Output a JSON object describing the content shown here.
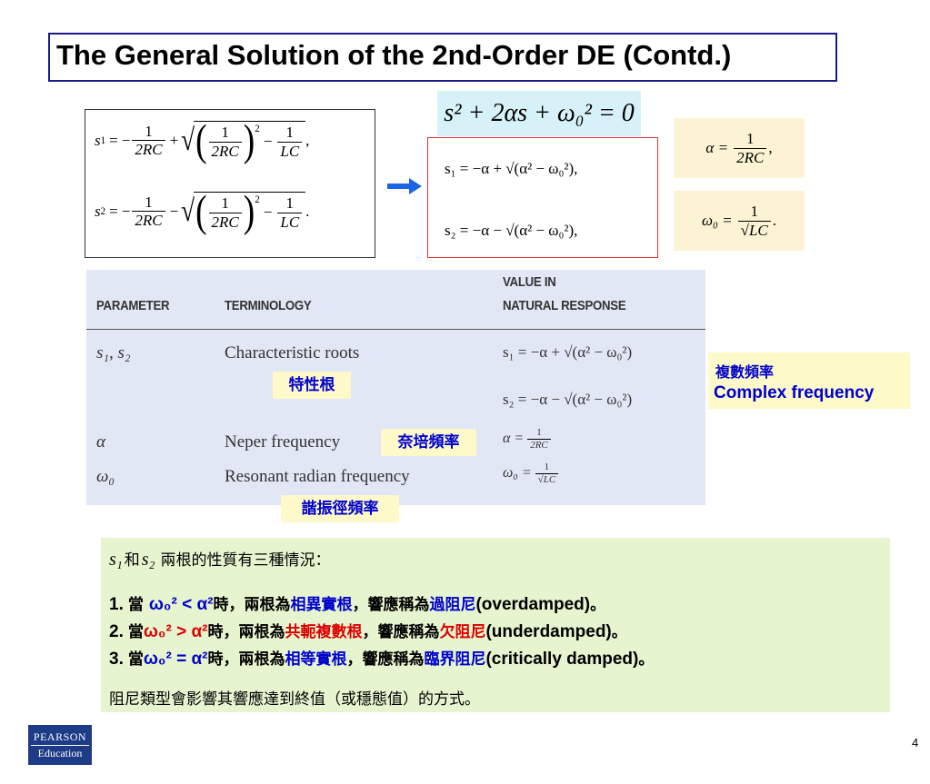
{
  "title": "The General Solution of the 2nd-Order DE (Contd.)",
  "left_equations": {
    "s1_lhs": "s",
    "s1_sub": "1",
    "s2_lhs": "s",
    "s2_sub": "2",
    "one": "1",
    "two_rc": "2RC",
    "lc": "LC",
    "s1_end": ",",
    "s2_end": "."
  },
  "char_equation": {
    "text": "s² + 2αs + ω₀² = 0"
  },
  "roots": {
    "s1": "s₁ = −α + √(α² − ω₀²),",
    "s2": "s₂ = −α − √(α² − ω₀²),"
  },
  "alpha_def": {
    "lhs": "α =",
    "num": "1",
    "den": "2RC",
    "tail": ","
  },
  "omega_def": {
    "lhs": "ω₀ =",
    "num": "1",
    "den": "LC",
    "tail": "."
  },
  "table": {
    "headers": {
      "parameter": "PARAMETER",
      "terminology": "TERMINOLOGY",
      "value_line1": "VALUE IN",
      "value_line2": "NATURAL RESPONSE"
    },
    "rows": [
      {
        "parameter": "s₁, s₂",
        "terminology": "Characteristic roots",
        "value1": "s₁ = −α + √(α² − ω₀²)",
        "value2": "s₂ = −α − √(α² − ω₀²)"
      },
      {
        "parameter": "α",
        "terminology": "Neper frequency",
        "value_lhs": "α =",
        "num": "1",
        "den": "2RC"
      },
      {
        "parameter": "ω₀",
        "terminology": "Resonant radian frequency",
        "value_lhs": "ω₀ =",
        "num": "1",
        "den": "LC"
      }
    ]
  },
  "annotations": {
    "characteristic_roots_zh": "特性根",
    "neper_zh": "奈培頻率",
    "resonant_zh": "諧振徑頻率",
    "complex_zh": "複數頻率",
    "complex_en": "Complex frequency"
  },
  "cases": {
    "intro_s1": "s₁",
    "intro_and": "和",
    "intro_s2": "s₂",
    "intro_text": "兩根的性質有三種情況：",
    "case1": {
      "num": "1.",
      "pre": "當",
      "cond": "ω₀² < α²",
      "mid": "時，兩根為",
      "root": "相異實根",
      "resp": "，響應稱為",
      "name": "過阻尼",
      "en": "(overdamped)",
      "end": "。"
    },
    "case2": {
      "num": "2.",
      "pre": "當",
      "cond": "ω₀² > α²",
      "mid": "時，兩根為",
      "root": "共軛複數根",
      "resp": "，響應稱為",
      "name": "欠阻尼",
      "en": "(underdamped)",
      "end": "。"
    },
    "case3": {
      "num": "3.",
      "pre": "當",
      "cond": "ω₀² = α²",
      "mid": "時，兩根為",
      "root": "相等實根",
      "resp": "，響應稱為",
      "name": "臨界阻尼",
      "en": "(critically damped)",
      "end": "。"
    },
    "footer": "阻尼類型會影響其響應達到終值（或穩態值）的方式。"
  },
  "logo": {
    "top": "PEARSON",
    "bottom": "Education"
  },
  "page_number": "4",
  "colors": {
    "title_border": "#1a1a8c",
    "char_eq_bg": "#d6f1f7",
    "roots_border": "#e03030",
    "def_bg": "#fbf3d4",
    "table_bg": "#e1e7f4",
    "label_bg": "#fdf9c9",
    "label_text": "#0000cc",
    "green_bg": "#e6f5cf",
    "blue_text": "#0000cc",
    "red_text": "#dd0000",
    "arrow": "#1a66e6",
    "logo_bg": "#1d3b86"
  }
}
